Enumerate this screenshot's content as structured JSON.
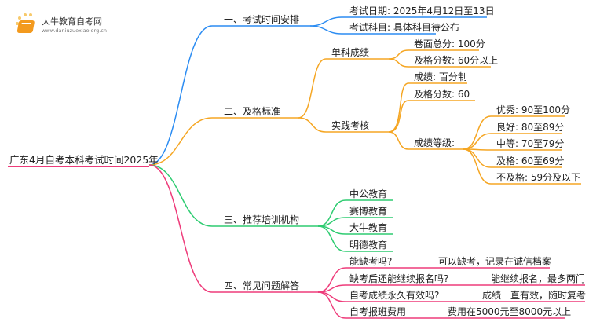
{
  "logo": {
    "title": "大牛教育自考网",
    "url": "www.daniuzuexiao.org.cn"
  },
  "root": "广东4月自考本科考试时间2025年",
  "colors": {
    "blue": "#2b8cf2",
    "orange": "#f5a623",
    "green": "#2ecc71",
    "pink": "#ee3b7a"
  },
  "branches": {
    "schedule": {
      "label": "一、考试时间安排",
      "children": [
        "考试日期: 2025年4月12日至13日",
        "考试科目: 具体科目待公布"
      ]
    },
    "passing": {
      "label": "二、及格标准",
      "single": {
        "label": "单科成绩",
        "children": [
          "卷面总分: 100分",
          "及格分数: 60分以上"
        ]
      },
      "practice": {
        "label": "实践考核",
        "children": [
          "成绩: 百分制",
          "及格分数: 60"
        ],
        "grades": {
          "label": "成绩等级:",
          "children": [
            "优秀: 90至100分",
            "良好: 80至89分",
            "中等: 70至79分",
            "及格: 60至69分",
            "不及格: 59分及以下"
          ]
        }
      }
    },
    "training": {
      "label": "三、推荐培训机构",
      "children": [
        "中公教育",
        "赛博教育",
        "大牛教育",
        "明德教育"
      ]
    },
    "faq": {
      "label": "四、常见问题解答",
      "items": [
        {
          "q": "能缺考吗?",
          "a": "可以缺考，记录在诚信档案"
        },
        {
          "q": "缺考后还能继续报名吗?",
          "a": "能继续报名，最多两门"
        },
        {
          "q": "自考成绩永久有效吗?",
          "a": "成绩一直有效，随时复考"
        },
        {
          "q": "自考报班费用",
          "a": "费用在5000元至8000元以上"
        }
      ]
    }
  }
}
